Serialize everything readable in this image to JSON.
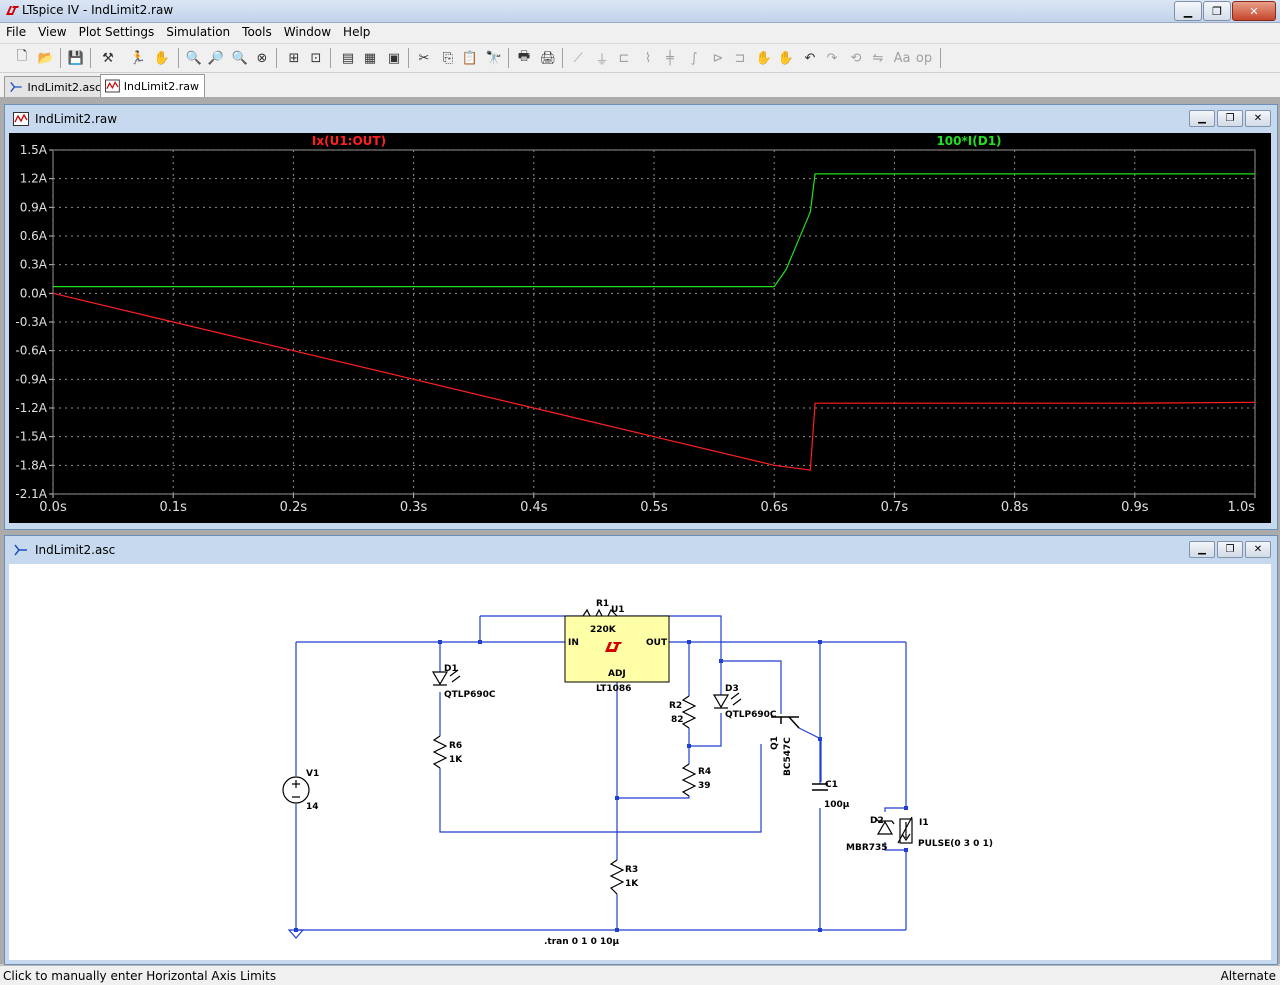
{
  "window": {
    "title": "LTspice IV - IndLimit2.raw"
  },
  "menu": [
    "File",
    "View",
    "Plot Settings",
    "Simulation",
    "Tools",
    "Window",
    "Help"
  ],
  "tabs": [
    {
      "label": "IndLimit2.asc",
      "active": false
    },
    {
      "label": "IndLimit2.raw",
      "active": true
    }
  ],
  "plot_window": {
    "title": "IndLimit2.raw"
  },
  "schematic_window": {
    "title": "IndLimit2.asc"
  },
  "chart_data": {
    "type": "line",
    "x_ticks": [
      "0.0s",
      "0.1s",
      "0.2s",
      "0.3s",
      "0.4s",
      "0.5s",
      "0.6s",
      "0.7s",
      "0.8s",
      "0.9s",
      "1.0s"
    ],
    "y_ticks": [
      "1.5A",
      "1.2A",
      "0.9A",
      "0.6A",
      "0.3A",
      "0.0A",
      "-0.3A",
      "-0.6A",
      "-0.9A",
      "-1.2A",
      "-1.5A",
      "-1.8A",
      "-2.1A"
    ],
    "xlim": [
      0,
      1.0
    ],
    "ylim": [
      -2.1,
      1.5
    ],
    "grid": true,
    "series": [
      {
        "name": "Ix(U1:OUT)",
        "color": "#ff2020",
        "x": [
          0.0,
          0.1,
          0.2,
          0.3,
          0.4,
          0.5,
          0.6,
          0.63,
          0.634,
          0.7,
          0.8,
          0.9,
          1.0
        ],
        "y": [
          0.0,
          -0.3,
          -0.6,
          -0.9,
          -1.2,
          -1.5,
          -1.8,
          -1.85,
          -1.15,
          -1.15,
          -1.15,
          -1.15,
          -1.14
        ]
      },
      {
        "name": "100*I(D1)",
        "color": "#20e020",
        "x": [
          0.0,
          0.1,
          0.2,
          0.3,
          0.4,
          0.5,
          0.6,
          0.61,
          0.62,
          0.63,
          0.634,
          0.7,
          0.8,
          0.9,
          1.0
        ],
        "y": [
          0.07,
          0.07,
          0.07,
          0.07,
          0.07,
          0.07,
          0.07,
          0.25,
          0.55,
          0.85,
          1.25,
          1.25,
          1.25,
          1.25,
          1.25
        ]
      }
    ]
  },
  "schematic": {
    "components": {
      "r1": {
        "ref": "R1",
        "value": "220K"
      },
      "u1": {
        "ref": "U1",
        "part": "LT1086",
        "pin_in": "IN",
        "pin_out": "OUT",
        "pin_adj": "ADJ"
      },
      "d1": {
        "ref": "D1",
        "value": "QTLP690C"
      },
      "d3": {
        "ref": "D3",
        "value": "QTLP690C"
      },
      "r2": {
        "ref": "R2",
        "value": "82"
      },
      "r4": {
        "ref": "R4",
        "value": "39"
      },
      "r6": {
        "ref": "R6",
        "value": "1K"
      },
      "r3": {
        "ref": "R3",
        "value": "1K"
      },
      "q1": {
        "ref": "Q1",
        "value": "BC547C"
      },
      "c1": {
        "ref": "C1",
        "value": "100µ"
      },
      "v1": {
        "ref": "V1",
        "value": "14"
      },
      "d2": {
        "ref": "D2",
        "value": "MBR735"
      },
      "i1": {
        "ref": "I1",
        "value": "PULSE(0 3 0 1)"
      }
    },
    "directive": ".tran 0 1 0 10µ"
  },
  "status": {
    "left": "Click to manually enter Horizontal Axis Limits",
    "right": "Alternate"
  }
}
